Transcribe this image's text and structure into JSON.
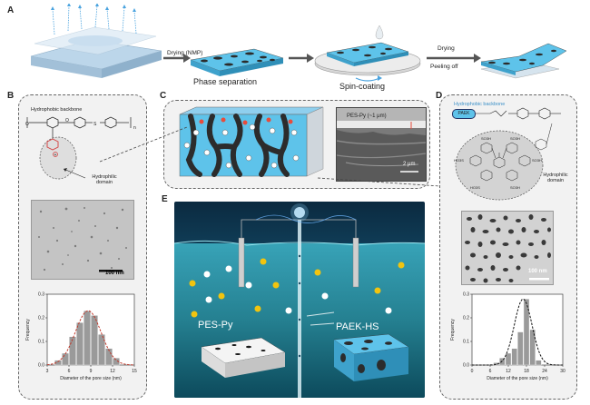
{
  "panels": {
    "A": {
      "label": "A",
      "steps": [
        "Drying (NMP)",
        "Phase separation",
        "Spin-coating",
        "Drying",
        "Peeling off"
      ]
    },
    "B": {
      "label": "B",
      "backbone_label": "Hydrophobic backbone",
      "domain_label": "Hydrophilic domain",
      "scale_bar": "100 nm",
      "histogram": {
        "ylabel": "Frequency",
        "xlabel": "Diameter of the pore size (nm)"
      }
    },
    "C": {
      "label": "C",
      "sem_label": "PES-Py (~1 μm)",
      "scale_bar": "2 μm"
    },
    "D": {
      "label": "D",
      "backbone_label": "Hydrophobic backbone",
      "paek_tag": "PAEK",
      "domain_label": "Hydrophilic domain",
      "scale_bar": "100 nm",
      "histogram": {
        "ylabel": "Frequency",
        "xlabel": "Diameter of the pore size (nm)"
      }
    },
    "E": {
      "label": "E",
      "left_membrane": "PES-Py",
      "right_membrane": "PAEK-HS"
    }
  },
  "chart_data": [
    {
      "type": "bar",
      "panel": "B",
      "xlabel": "Diameter of the pore size (nm)",
      "ylabel": "Frequency",
      "x_ticks": [
        3,
        6,
        9,
        12,
        15
      ],
      "y_ticks": [
        0.0,
        0.1,
        0.2,
        0.3
      ],
      "xlim": [
        3,
        15
      ],
      "ylim": [
        0,
        0.3
      ],
      "bins": [
        4.5,
        5.5,
        6.5,
        7.5,
        8.5,
        9.5,
        10.5,
        11.5,
        12.5
      ],
      "values": [
        0.02,
        0.05,
        0.12,
        0.18,
        0.23,
        0.21,
        0.13,
        0.07,
        0.03
      ],
      "fit": "gaussian",
      "fit_color": "#c0392b"
    },
    {
      "type": "bar",
      "panel": "D",
      "xlabel": "Diameter of the pore size (nm)",
      "ylabel": "Frequency",
      "x_ticks": [
        0,
        6,
        12,
        18,
        24,
        30
      ],
      "y_ticks": [
        0.0,
        0.1,
        0.2,
        0.3
      ],
      "xlim": [
        0,
        30
      ],
      "ylim": [
        0,
        0.3
      ],
      "bins": [
        8,
        10,
        12,
        14,
        16,
        18,
        20,
        22
      ],
      "values": [
        0.01,
        0.03,
        0.05,
        0.07,
        0.14,
        0.28,
        0.15,
        0.02
      ],
      "fit": "gaussian",
      "fit_color": "#111111"
    }
  ],
  "colors": {
    "membrane_blue": "#5ec3ea",
    "membrane_dark": "#2c2c2c",
    "ion_red": "#e74c3c",
    "ion_yellow": "#f1c40f",
    "water_dark": "#0d3b53",
    "water_teal": "#1f8a8a"
  }
}
